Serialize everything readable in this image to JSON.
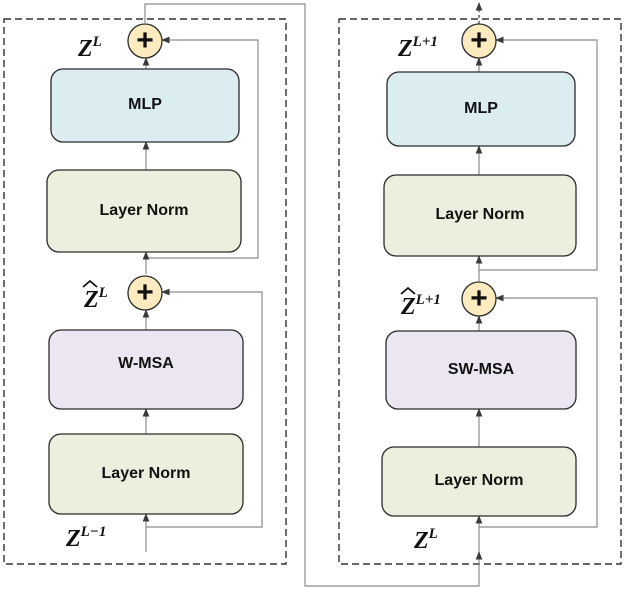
{
  "colors": {
    "mlp": "#dcedf2",
    "norm": "#ebf0de",
    "msa": "#ebe6f1",
    "adder": "#fdebc0",
    "stroke": "#2b2b2b",
    "arrow": "#8c8c8c",
    "dashed": "#333333"
  },
  "blocks": [
    {
      "mlp_label": "MLP",
      "norm2_label": "Layer Norm",
      "attn_label": "W-MSA",
      "norm1_label": "Layer Norm",
      "plus_symbol": "+",
      "out_var": "Z",
      "out_sup": "L",
      "mid_var": "Z",
      "mid_sup": "L",
      "in_var": "Z",
      "in_sup": "L−1"
    },
    {
      "mlp_label": "MLP",
      "norm2_label": "Layer Norm",
      "attn_label": "SW-MSA",
      "norm1_label": "Layer Norm",
      "plus_symbol": "+",
      "out_var": "Z",
      "out_sup": "L+1",
      "mid_var": "Z",
      "mid_sup": "L+1",
      "in_var": "Z",
      "in_sup": "L"
    }
  ]
}
